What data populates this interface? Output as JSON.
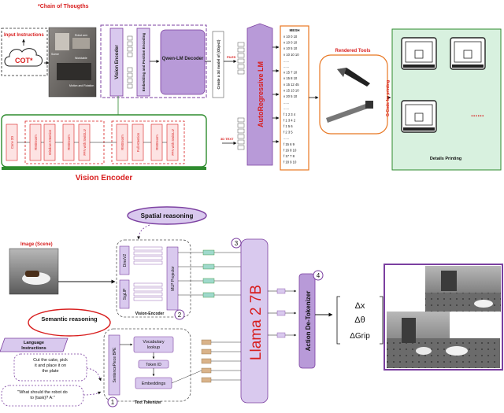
{
  "top": {
    "cot_header": "*Chain of Thougths",
    "input_instructions": "Input Instructions",
    "cot_label": "COT*",
    "scene_labels": [
      "Robot arm",
      "Scene",
      "Worktable",
      "Motion and Rotation"
    ],
    "vision_encoder_vertical": "Vision Encoder",
    "embedding_vertical": "Embedding and Position Encoding",
    "qwen_label": "Qwen-LM Decoder",
    "create_vertical": "Create a 3d model of {Object}",
    "autoregressive_vertical": "AutoRegressive LM",
    "file_label": "FILES",
    "text3d_label": "3D TEXT",
    "mesh_title": "MESH",
    "mesh_lines": [
      "v 10 0 10",
      "v 10 0 10",
      "v 10 5 10",
      "v 10 10 10",
      "......",
      "......",
      "v 15 7 10",
      "v 15 8 10",
      "v 15 12 45",
      "v 15 13 10",
      "v 20 5 10",
      "......",
      "......",
      "f 1 2 3 4",
      "f 1 3 4 2",
      "f 1 5 6",
      "f 2 3 5",
      "......",
      "f 15 6 9",
      "f 16 8 10",
      "f 17 7 8",
      "f 18 9 10"
    ],
    "rendered_tools": "Rendered Tools",
    "gcode_vertical": "G-Code for printing",
    "details_printing": "Details Printing",
    "dots": "......",
    "vision_encoder_title": "Vision Encoder",
    "ve_blocks": [
      "Conv 2D",
      "RMSNorm",
      "Window Attention",
      "RMSNorm",
      "FFN with SwiGLU",
      "RMSNorm",
      "Full Attention",
      "RMSNorm",
      "FFN with SwiGLU"
    ]
  },
  "bottom": {
    "spatial_reasoning": "Spatial reasoning",
    "semantic_reasoning": "Semantic reasoning",
    "image_scene": "Image (Scene)",
    "dinov2": "DinoV2",
    "siglip": "SigLIP",
    "mlp_projector": "MLP Projector",
    "vision_encoder_label": "Vision-Encoder",
    "llama": "Llama 2 7B",
    "action_detokenizer": "Action De-Tokenizer",
    "language_instructions": "Language Instructions",
    "instruction_text": "Cut the cake, pick it and place it on the plate",
    "question_text": "\"What should the robot do to {task}? A:\"",
    "sentencepiece": "SentencePiece BPE",
    "vocab_lookup": "Vocabulary lookup",
    "token_id": "Token ID",
    "embeddings": "Embeddings",
    "text_tokenizer": "Text Tokenizer",
    "badges": [
      "1",
      "2",
      "3",
      "4"
    ],
    "delta_x": "Δx",
    "delta_theta": "Δθ",
    "delta_grip": "ΔGrip"
  },
  "colors": {
    "green": "#2e8b2e",
    "purple": "#7b3fa0",
    "red": "#d81e1e",
    "orange": "#e87722",
    "lavender": "#d9c9ee",
    "lilac": "#b89ad8",
    "teal": "#9fd9cc"
  }
}
